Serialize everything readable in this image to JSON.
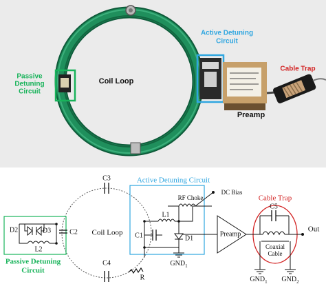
{
  "photo": {
    "coil_label": "Coil Loop",
    "passive_label": [
      "Passive",
      "Detuning",
      "Circuit"
    ],
    "active_label": [
      "Active Detuning",
      "Circuit"
    ],
    "cable_trap_label": "Cable Trap",
    "preamp_label": "Preamp",
    "colors": {
      "background": "#ebebeb",
      "coil": "#1f8f5c",
      "passive": "#18b35a",
      "active": "#2fa6e0",
      "cable_trap": "#d32424"
    }
  },
  "schematic": {
    "components": {
      "c1": "C1",
      "c2": "C2",
      "c3": "C3",
      "c4": "C4",
      "c5": "C5",
      "d1": "D1",
      "d2": "D2",
      "d3": "D3",
      "l1": "L1",
      "l2": "L2",
      "r": "R"
    },
    "coil_label": "Coil Loop",
    "active_title": "Active Detuning Circuit",
    "passive_title": [
      "Passive Detuning",
      "Circuit"
    ],
    "rf_choke": "RF Choke",
    "dc_bias": "DC Bias",
    "preamp": "Preamp",
    "gnd1_main": "GND",
    "gnd1_sub": "1",
    "cable_trap_title": "Cable Trap",
    "coaxial": [
      "Coaxial",
      "Cable"
    ],
    "trap_gnd1_main": "GND",
    "trap_gnd1_sub": "1",
    "trap_gnd2_main": "GND",
    "trap_gnd2_sub": "2",
    "out": "Out",
    "colors": {
      "active": "#2fa6e0",
      "passive": "#18b35a",
      "cable_trap": "#d32424"
    }
  }
}
